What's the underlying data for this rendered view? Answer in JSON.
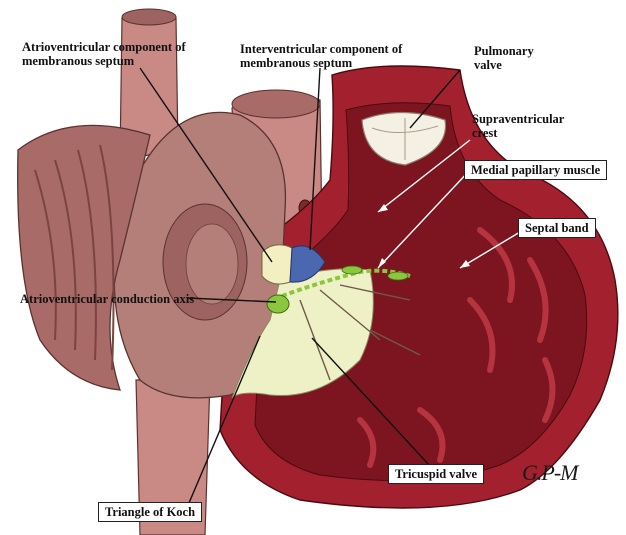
{
  "labels": {
    "av_component_line1": "Atrioventricular  component of",
    "av_component_line2": "membranous septum",
    "iv_component_line1": "Interventricular component of",
    "iv_component_line2": "membranous septum",
    "pulmonary_line1": "Pulmonary",
    "pulmonary_line2": "valve",
    "supraventricular_line1": "Supraventricular",
    "supraventricular_line2": "crest",
    "medial_papillary": "Medial papillary muscle",
    "septal_band": "Septal band",
    "av_conduction_axis": "Atrioventricular  conduction axis",
    "tricuspid_valve": "Tricuspid valve",
    "triangle_of_koch": "Triangle of Koch"
  },
  "signature": "G.P-M",
  "colors": {
    "myocardium": "#a3212e",
    "myocardium_dark": "#6e1019",
    "vessel": "#c98a86",
    "vessel_dark": "#8f5652",
    "atrium": "#b47f78",
    "membranous_av": "#f3efc2",
    "membranous_iv": "#4a67b0",
    "conduction": "#8cc63f",
    "tricuspid": "#eef0c6"
  }
}
